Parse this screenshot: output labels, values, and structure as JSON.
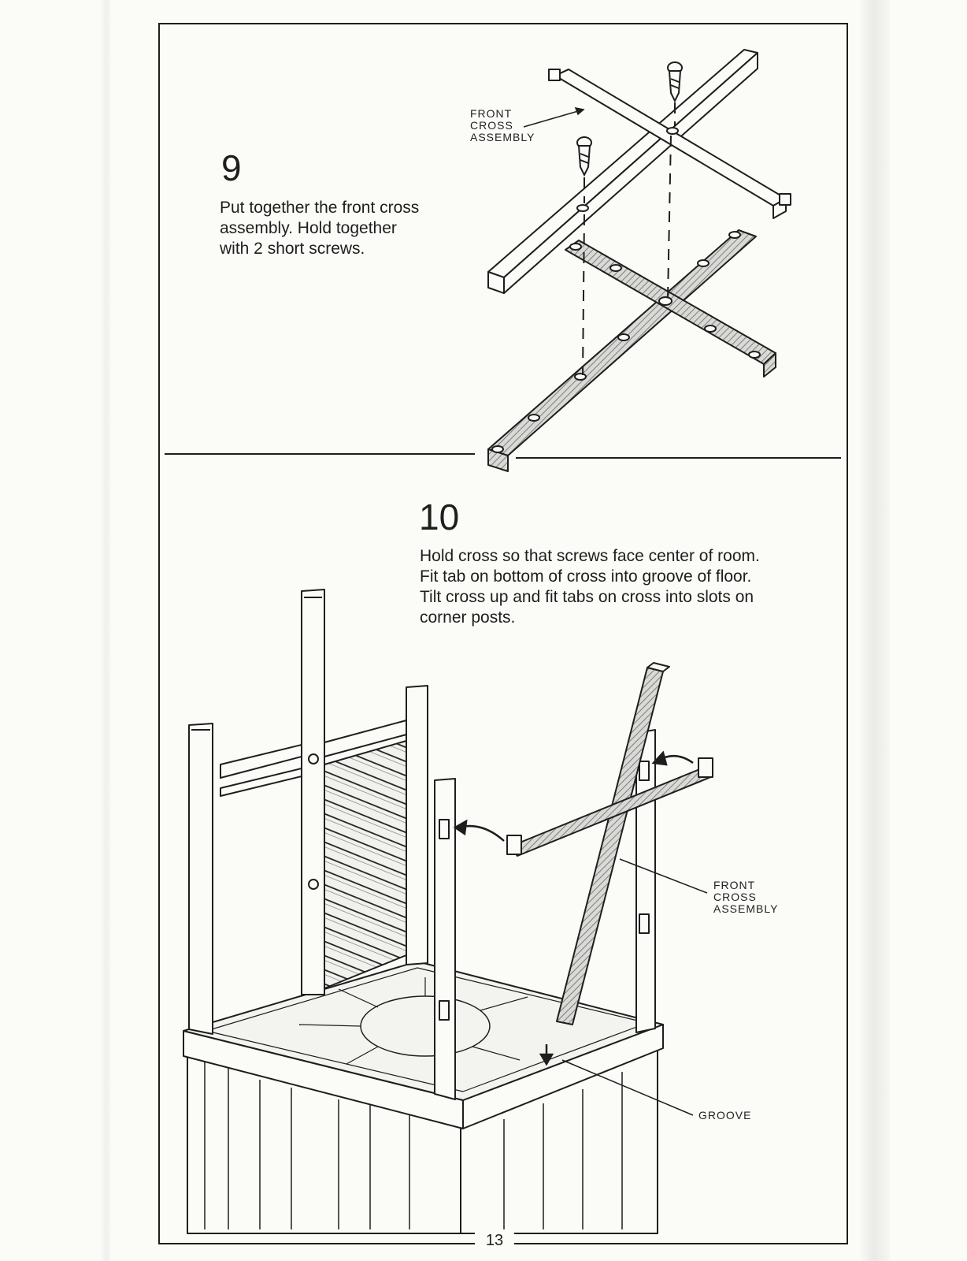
{
  "steps": [
    {
      "number": "9",
      "text": "Put together the front cross\nassembly. Hold together\nwith 2 short screws."
    },
    {
      "number": "10",
      "text": "Hold cross so that screws face center of room.\nFit tab on bottom of cross into groove of floor.\nTilt cross up and fit tabs on cross into slots on\ncorner posts."
    }
  ],
  "callouts": {
    "front_cross_top": "FRONT\nCROSS\nASSEMBLY",
    "front_cross_bottom": "FRONT\nCROSS\nASSEMBLY",
    "groove": "GROOVE"
  },
  "page_number": "13",
  "colors": {
    "ink": "#1e1e1e",
    "paper": "#fbfbf8",
    "hatch": "#8a8a8a"
  }
}
